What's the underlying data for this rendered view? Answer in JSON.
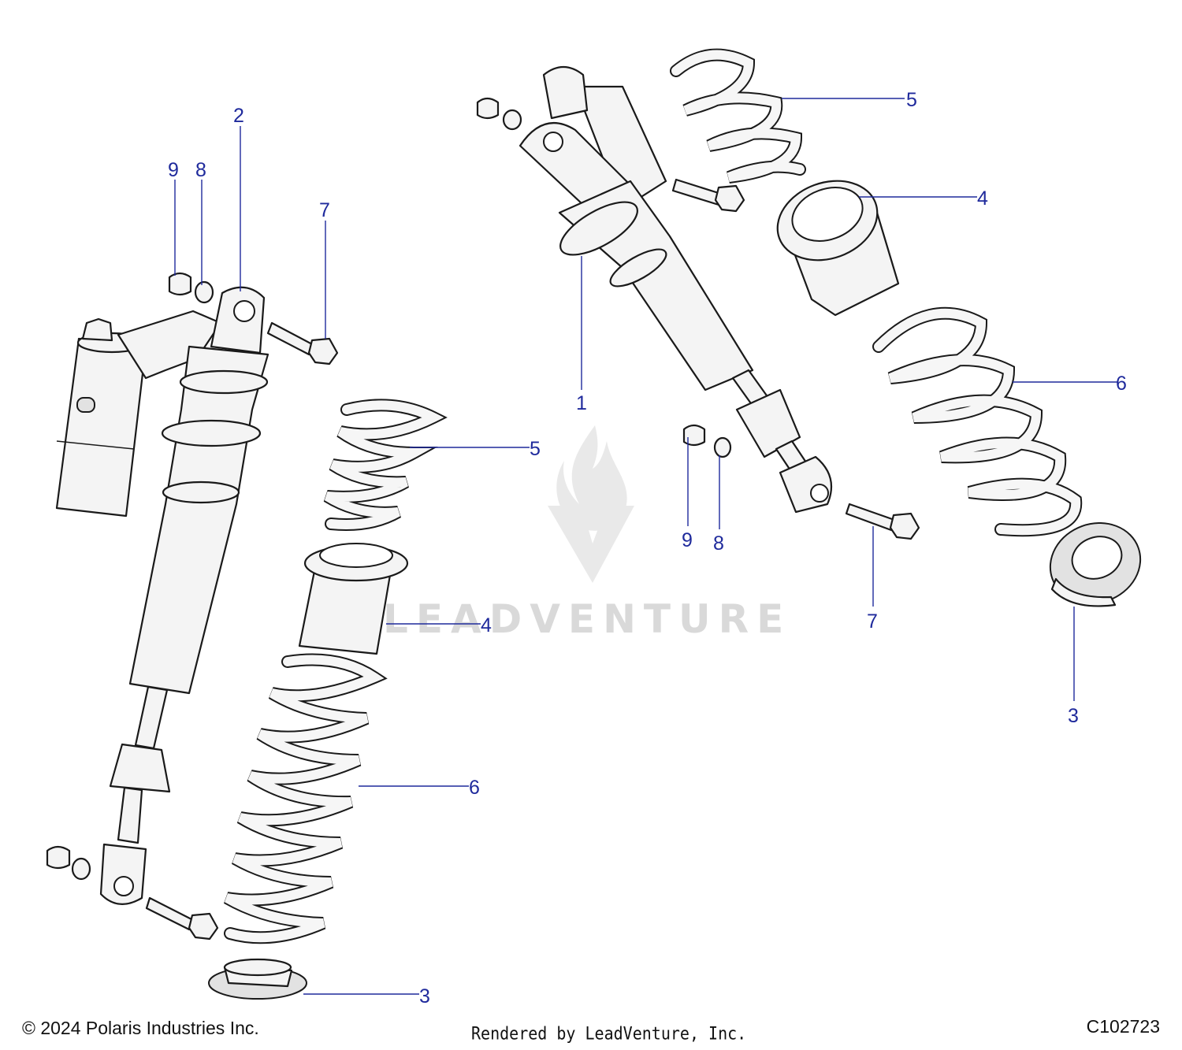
{
  "footer": {
    "copyright": "© 2024 Polaris Industries Inc.",
    "rendered_by": "Rendered by LeadVenture, Inc.",
    "diagram_id": "C102723"
  },
  "watermark": {
    "text": "LEADVENTURE"
  },
  "callouts": [
    {
      "label": "1"
    },
    {
      "label": "2"
    },
    {
      "label": "3"
    },
    {
      "label": "3"
    },
    {
      "label": "4"
    },
    {
      "label": "4"
    },
    {
      "label": "5"
    },
    {
      "label": "5"
    },
    {
      "label": "6"
    },
    {
      "label": "6"
    },
    {
      "label": "7"
    },
    {
      "label": "7"
    },
    {
      "label": "8"
    },
    {
      "label": "8"
    },
    {
      "label": "9"
    },
    {
      "label": "9"
    }
  ],
  "colors": {
    "callout": "#1f2a9c",
    "line_art": "#1a1a1a",
    "watermark": "#d9d9d9"
  }
}
